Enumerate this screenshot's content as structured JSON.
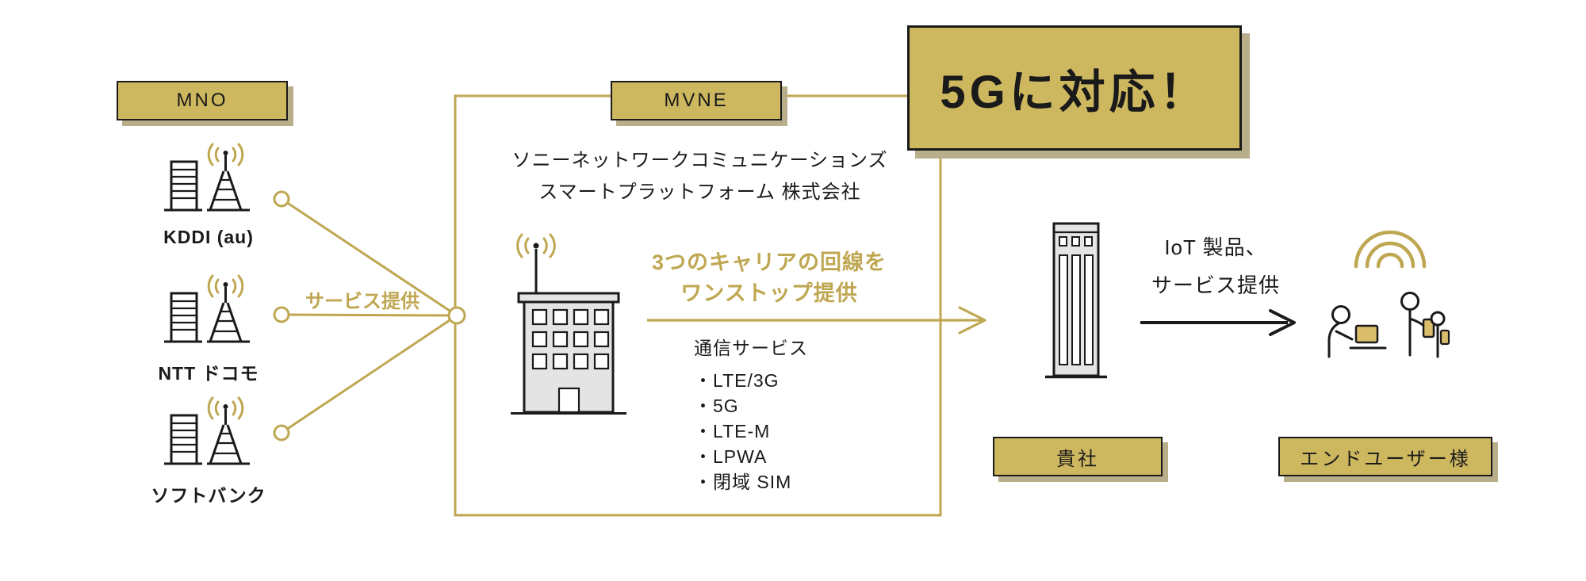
{
  "colors": {
    "gold": "#bfa752",
    "box_fill": "#cdb75f",
    "black": "#1a1a1a",
    "building_gray": "#e4e4e4"
  },
  "mno": {
    "label": "MNO"
  },
  "carriers": [
    {
      "name": "KDDI (au)"
    },
    {
      "name": "NTT ドコモ"
    },
    {
      "name": "ソフトバンク"
    }
  ],
  "service_provision_label": "サービス提供",
  "mvne": {
    "label": "MVNE",
    "company_line1": "ソニーネットワークコミュニケーションズ",
    "company_line2": "スマートプラットフォーム 株式会社",
    "pitch_line1": "3つのキャリアの回線を",
    "pitch_line2": "ワンストップ提供"
  },
  "badge_5g": {
    "label": "5Gに対応！"
  },
  "services": {
    "title": "通信サービス",
    "items": [
      "・LTE/3G",
      "・5G",
      "・LTE-M",
      "・LPWA",
      "・閉域 SIM"
    ]
  },
  "customer": {
    "label": "貴社"
  },
  "iot": {
    "line1": "IoT 製品、",
    "line2": "サービス提供"
  },
  "end_user": {
    "label": "エンドユーザー様"
  }
}
